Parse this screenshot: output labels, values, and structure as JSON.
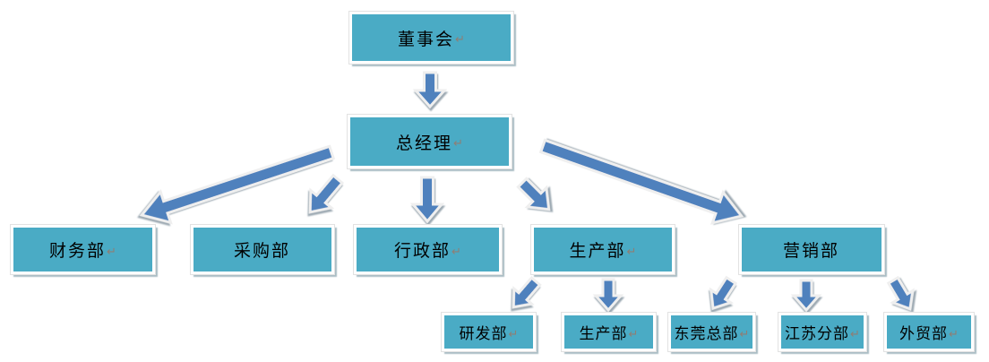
{
  "colors": {
    "node_fill": "#4AABC5",
    "node_border": "#ffffff",
    "arrow_fill": "#4F81BD",
    "arrow_outline": "#EFEFEF",
    "shadow": "#8FA7B0",
    "text": "#000000",
    "return_mark": "#8F7E74"
  },
  "org_chart": {
    "nodes": [
      {
        "id": "board",
        "label": "董事会",
        "mark": "↵"
      },
      {
        "id": "gm",
        "label": "总经理",
        "mark": "↵"
      },
      {
        "id": "finance",
        "label": "财务部",
        "mark": "↵"
      },
      {
        "id": "purchasing",
        "label": "采购部",
        "mark": ""
      },
      {
        "id": "admin",
        "label": "行政部",
        "mark": "↵"
      },
      {
        "id": "production",
        "label": "生产部",
        "mark": "↵"
      },
      {
        "id": "marketing",
        "label": "营销部",
        "mark": ""
      },
      {
        "id": "rd",
        "label": "研发部",
        "mark": "↵"
      },
      {
        "id": "production2",
        "label": "生产部",
        "mark": "↵"
      },
      {
        "id": "dongguan",
        "label": "东莞总部",
        "mark": "↵"
      },
      {
        "id": "jiangsu",
        "label": "江苏分部",
        "mark": "↵"
      },
      {
        "id": "trade",
        "label": "外贸部",
        "mark": "↵"
      }
    ],
    "edges": [
      {
        "from": "board",
        "to": "gm"
      },
      {
        "from": "gm",
        "to": "finance"
      },
      {
        "from": "gm",
        "to": "purchasing"
      },
      {
        "from": "gm",
        "to": "admin"
      },
      {
        "from": "gm",
        "to": "production"
      },
      {
        "from": "gm",
        "to": "marketing"
      },
      {
        "from": "production",
        "to": "rd"
      },
      {
        "from": "production",
        "to": "production2"
      },
      {
        "from": "marketing",
        "to": "dongguan"
      },
      {
        "from": "marketing",
        "to": "jiangsu"
      },
      {
        "from": "marketing",
        "to": "trade"
      }
    ]
  }
}
